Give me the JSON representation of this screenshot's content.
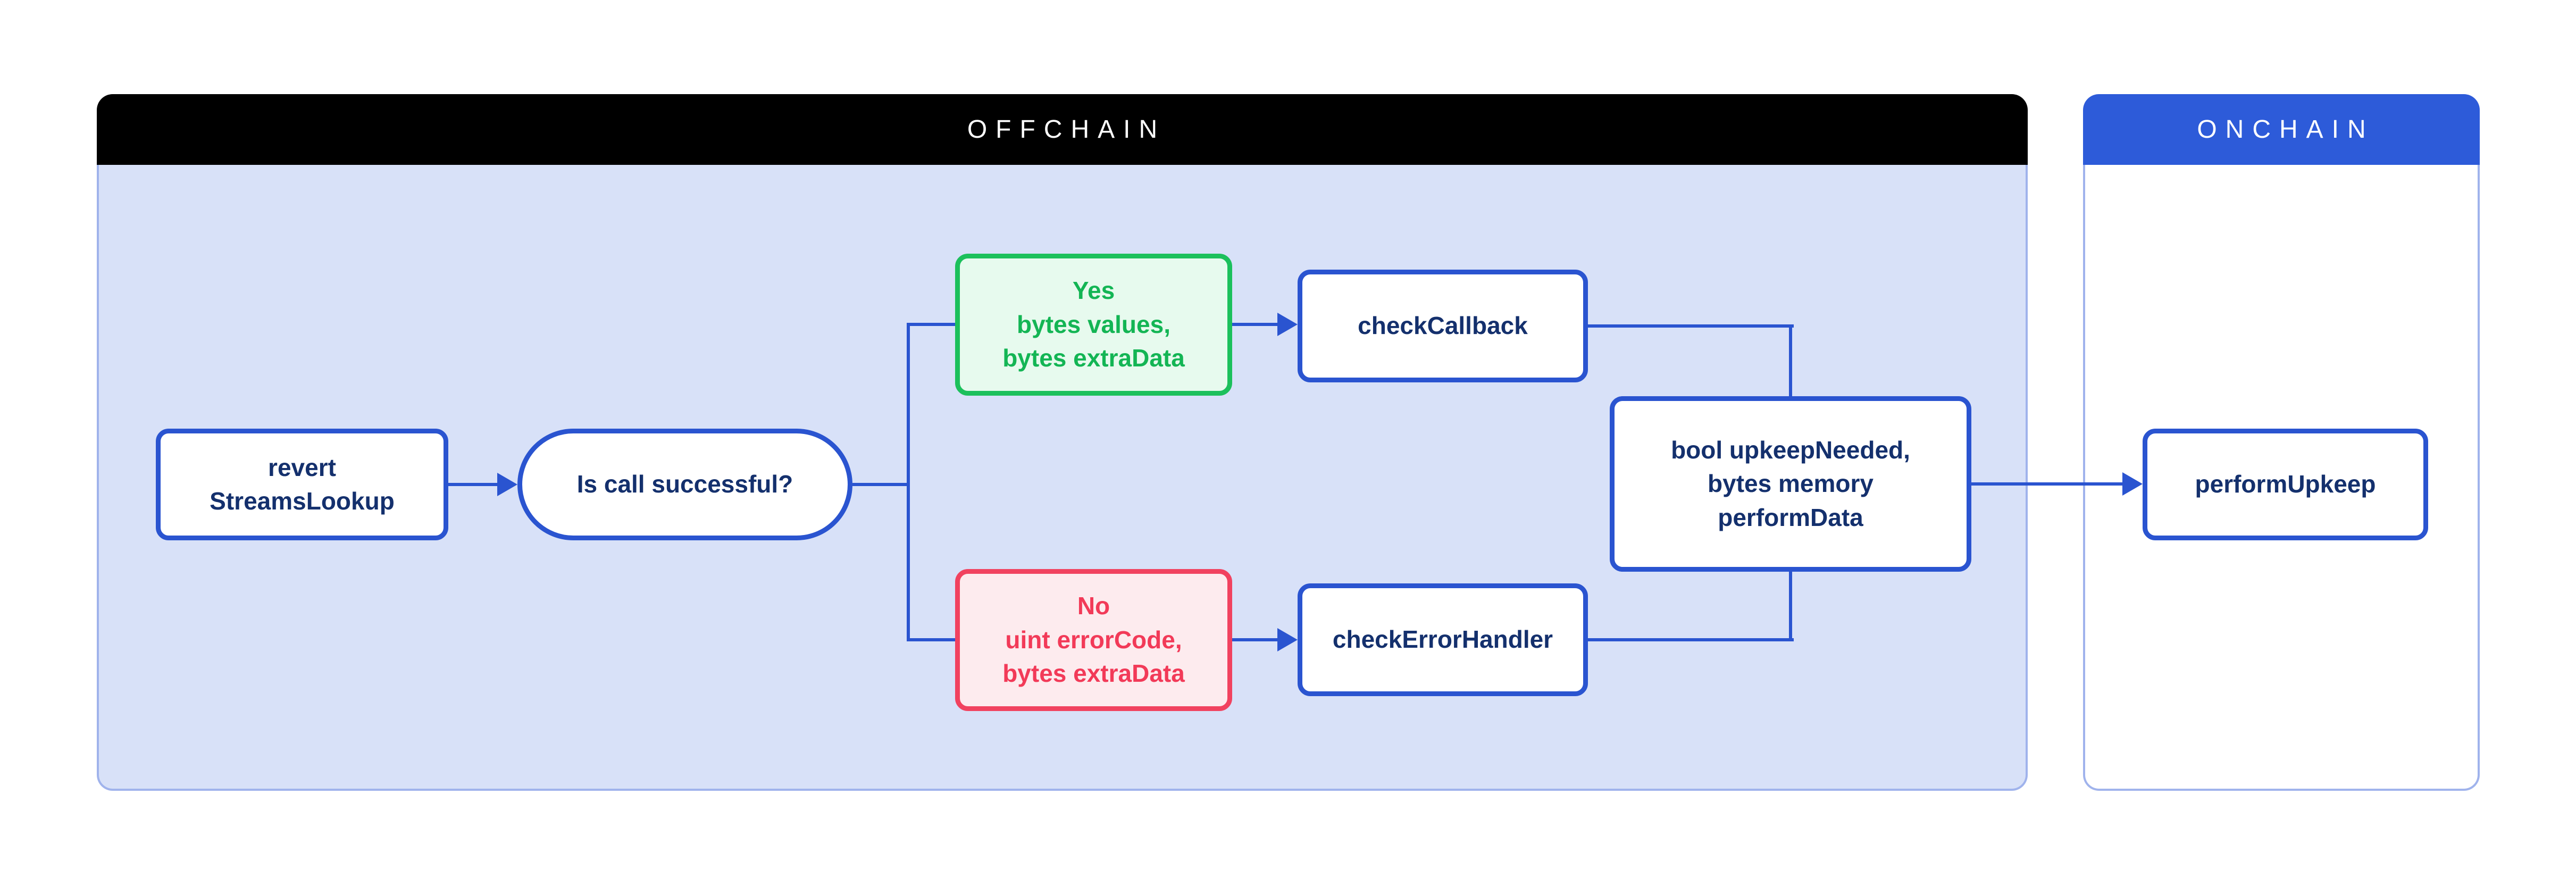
{
  "panels": {
    "offchain": {
      "title": "OFFCHAIN"
    },
    "onchain": {
      "title": "ONCHAIN"
    }
  },
  "nodes": {
    "revert_streams_lookup": {
      "label": "revert\nStreamsLookup"
    },
    "is_call_successful": {
      "label": "Is call successful?"
    },
    "yes_branch": {
      "label": "Yes\nbytes values,\nbytes extraData"
    },
    "check_callback": {
      "label": "checkCallback"
    },
    "no_branch": {
      "label": "No\nuint errorCode,\nbytes extraData"
    },
    "check_error_handler": {
      "label": "checkErrorHandler"
    },
    "check_upkeep_output": {
      "label": "bool upkeepNeeded,\nbytes memory\nperformData"
    },
    "perform_upkeep": {
      "label": "performUpkeep"
    }
  },
  "colors": {
    "page_bg": "#ffffff",
    "offchain_header_bg": "#000000",
    "offchain_body_bg": "#d8e1f8",
    "onchain_header_bg": "#2d5bd9",
    "panel_border": "#a0b3ec",
    "header_text": "#ffffff",
    "line_blue": "#2a54d0",
    "navy": "#14306d",
    "green": "#1cc05c",
    "green_text": "#13b554",
    "green_bg": "#e7faee",
    "red": "#f1425f",
    "red_text": "#f23a58",
    "red_bg": "#fdebee"
  }
}
